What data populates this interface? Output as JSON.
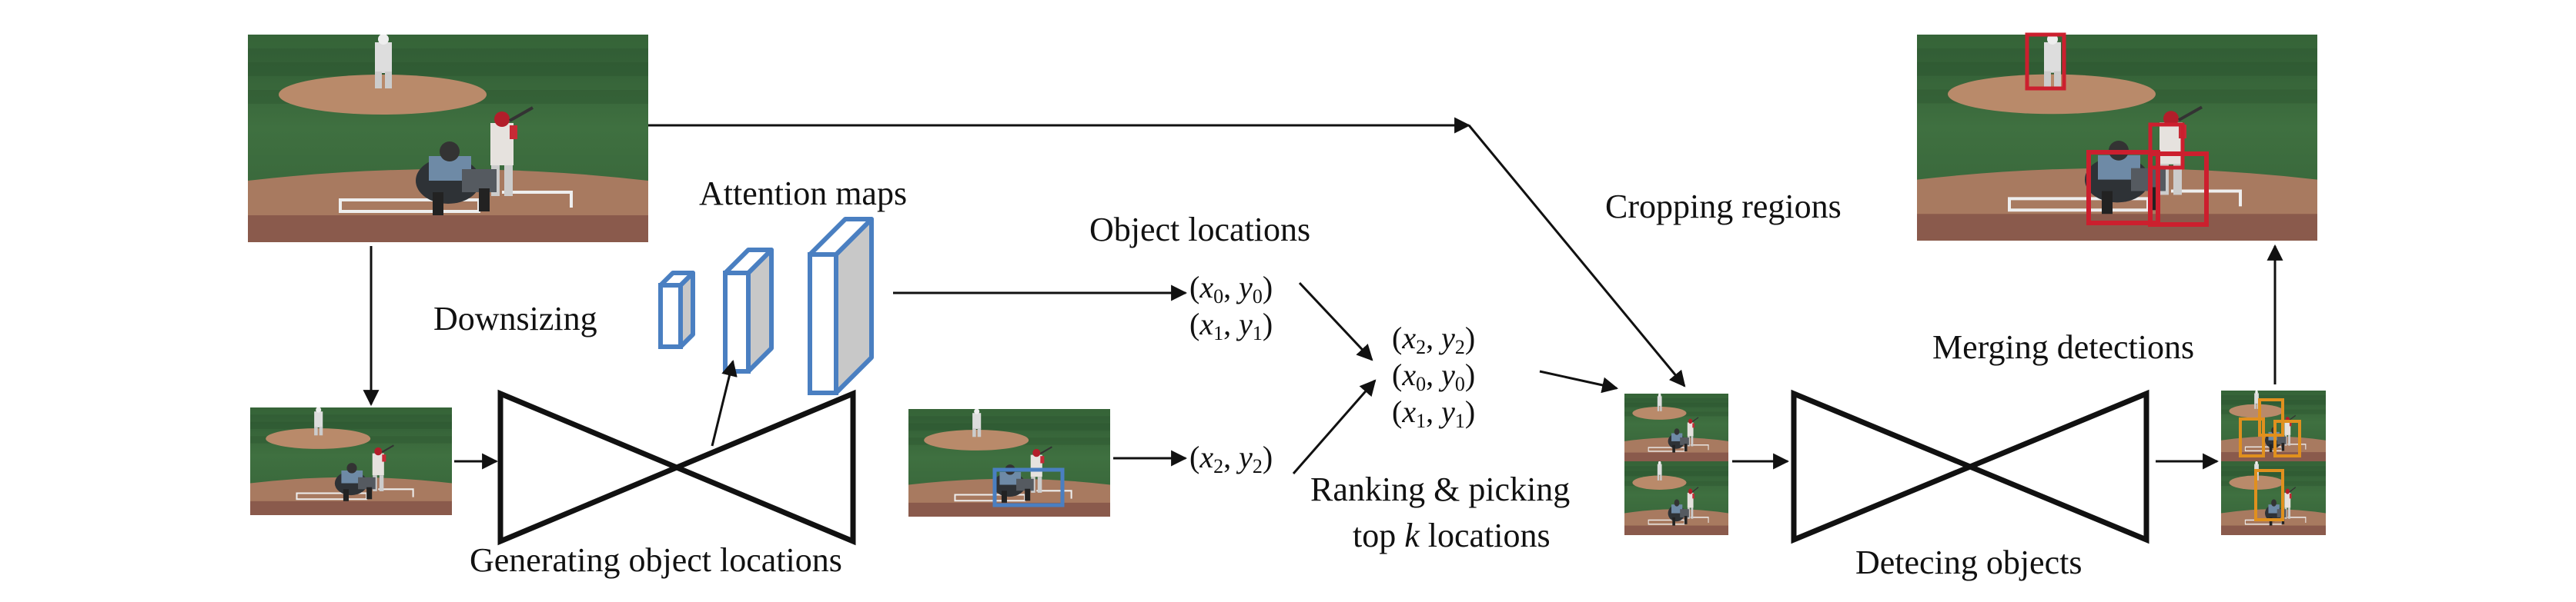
{
  "labels": {
    "attention_maps": "Attention maps",
    "downsizing": "Downsizing",
    "object_locations": "Object locations",
    "cropping_regions": "Cropping regions",
    "merging_detections": "Merging detections",
    "generating_object_locations": "Generating object locations",
    "ranking_line1": "Ranking & picking",
    "ranking_line2_pre": "top ",
    "ranking_line2_k": "k",
    "ranking_line2_post": " locations",
    "detecting_objects": "Detecing objects"
  },
  "coords": {
    "group_a": [
      [
        "x",
        "0",
        "y",
        "0"
      ],
      [
        "x",
        "1",
        "y",
        "1"
      ]
    ],
    "group_b": [
      [
        "x",
        "2",
        "y",
        "2"
      ]
    ],
    "group_c": [
      [
        "x",
        "2",
        "y",
        "2"
      ],
      [
        "x",
        "0",
        "y",
        "0"
      ],
      [
        "x",
        "1",
        "y",
        "1"
      ]
    ]
  },
  "colors": {
    "field_grass": "#3f6b3a",
    "field_grass_dark": "#2e5530",
    "field_dirt": "#b8876a",
    "field_wall": "#7a4a44",
    "box_blue": "#4a7fc1",
    "box_red": "#cc1f2e",
    "box_orange": "#e0901e",
    "stroke": "#111111",
    "map_fill": "#c8c8c8"
  }
}
